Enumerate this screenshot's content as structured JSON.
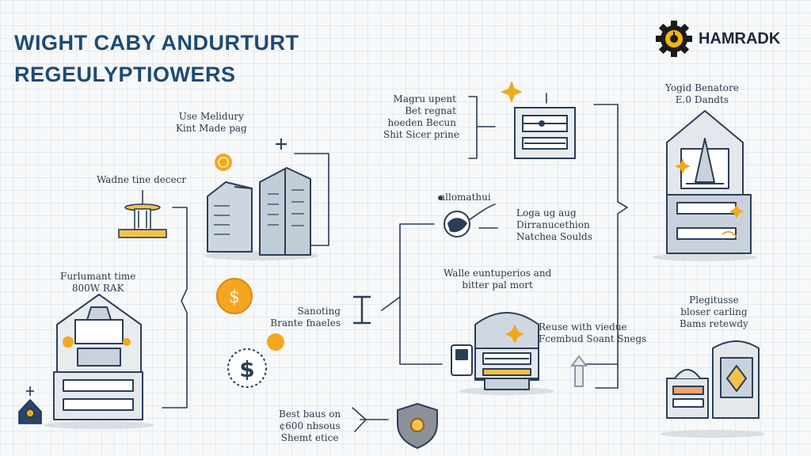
{
  "title": {
    "line1": "WIGHT CABY ANDURTURT",
    "line2": "REGEULYPTIOWERS"
  },
  "brand": {
    "name": "HAMRADK",
    "icon": "gear-logo-icon",
    "accent": "#f2b705"
  },
  "colors": {
    "ink": "#2a3e58",
    "navy": "#1f4a73",
    "gold": "#f0a81c",
    "panel": "#c9d2dc"
  },
  "labels": {
    "made_pag": [
      "Use Melidury",
      "Kint Made pag"
    ],
    "wadne": [
      "Wadne tine dececr"
    ],
    "furlum": [
      "Furlumant time",
      "800W RAK"
    ],
    "magru": [
      "Magru upent",
      "Bet regnat",
      "hoeden Becun",
      "Shit Sicer prine"
    ],
    "yogid": [
      "Yogid Benatore",
      "E.0 Dandts"
    ],
    "allomathui": [
      "allomathui"
    ],
    "loga": [
      "Loga ug aug",
      "Dirranucethion",
      "Natchea Soulds"
    ],
    "walle": [
      "Walle euntuperios and",
      "bitter pal mort"
    ],
    "sanoting": [
      "Sanoting",
      "Brante fnaeles"
    ],
    "reuse": [
      "Reuse with viedue",
      "Fcembud Soant Snegs"
    ],
    "plegitusse": [
      "Plegitusse",
      "bloser carling",
      "Bams retewdy"
    ],
    "best": [
      "Best baus on",
      "¢600 nbsous",
      "Shemt etice"
    ]
  }
}
